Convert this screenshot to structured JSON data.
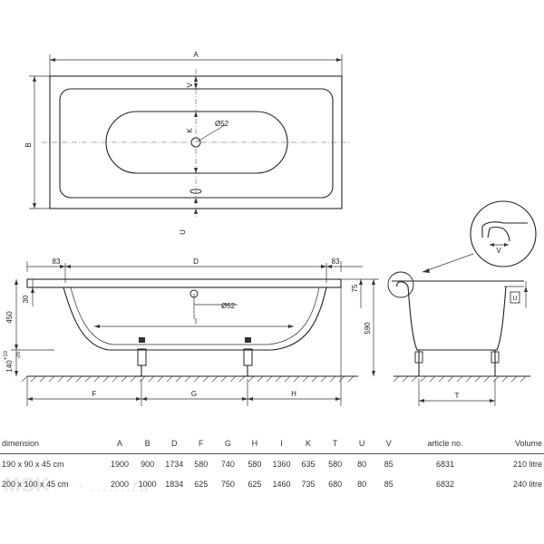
{
  "drawing": {
    "dim_A": "A",
    "dim_B": "B",
    "dim_V": "V",
    "dim_K": "K",
    "dim_U": "U",
    "dim_D": "D",
    "dim_F": "F",
    "dim_G": "G",
    "dim_H": "H",
    "dim_I": "I",
    "dim_T": "T",
    "drain_dia_top": "Ø52",
    "drain_dia_side": "Ø52",
    "edge_left_83": "83",
    "edge_right_83": "83",
    "height_450": "450",
    "height_590": "590",
    "height_30": "30",
    "height_75": "75",
    "leg_140": "140",
    "leg_plus10": "+10",
    "leg_minus20": "-20",
    "detail_V": "V",
    "detail_U": "U"
  },
  "table": {
    "header": {
      "dimension": "dimension",
      "A": "A",
      "B": "B",
      "D": "D",
      "F": "F",
      "G": "G",
      "H": "H",
      "I": "I",
      "K": "K",
      "T": "T",
      "U": "U",
      "V": "V",
      "article": "article no.",
      "volume": "Volume"
    },
    "rows": [
      {
        "dimension": "190 x 90 x 45 cm",
        "A": "1900",
        "B": "900",
        "D": "1734",
        "F": "580",
        "G": "740",
        "H": "580",
        "I": "1360",
        "K": "635",
        "T": "580",
        "U": "80",
        "V": "85",
        "article": "6831",
        "volume": "210 litre"
      },
      {
        "dimension": "200 x 100 x 45 cm",
        "A": "2000",
        "B": "1000",
        "D": "1834",
        "F": "625",
        "G": "750",
        "H": "625",
        "I": "1460",
        "K": "735",
        "T": "680",
        "U": "80",
        "V": "85",
        "article": "6832",
        "volume": "240 litre"
      }
    ]
  },
  "watermark": {
    "brand": "MSK",
    "rest": "-  .......ru"
  }
}
